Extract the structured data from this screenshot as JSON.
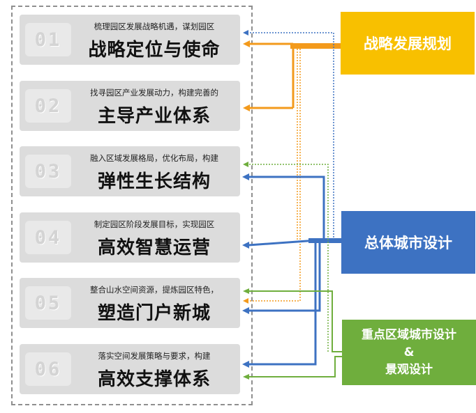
{
  "steps": [
    {
      "num": "01",
      "sub": "梳理园区发展战略机遇，谋划园区",
      "title": "战略定位与使命"
    },
    {
      "num": "02",
      "sub": "找寻园区产业发展动力，构建完善的",
      "title": "主导产业体系"
    },
    {
      "num": "03",
      "sub": "融入区域发展格局，优化布局，构建",
      "title": "弹性生长结构"
    },
    {
      "num": "04",
      "sub": "制定园区阶段发展目标，实现园区",
      "title": "高效智慧运营"
    },
    {
      "num": "05",
      "sub": "整合山水空间资源，提炼园区特色，",
      "title": "塑造门户新城"
    },
    {
      "num": "06",
      "sub": "落实空间发展策略与要求，构建",
      "title": "高效支撑体系"
    }
  ],
  "boxes": {
    "strategy": {
      "label": "战略发展规划",
      "color": "#f8c000"
    },
    "master": {
      "label": "总体城市设计",
      "color": "#3d72c2"
    },
    "key": {
      "line1": "重点区域城市设计",
      "line2": "&",
      "line3": "景观设计",
      "color": "#6fae3d"
    }
  },
  "colors": {
    "orange": "#f39a1c",
    "blue": "#3d72c2",
    "green": "#6fae3d",
    "card": "#dcdcdc"
  }
}
